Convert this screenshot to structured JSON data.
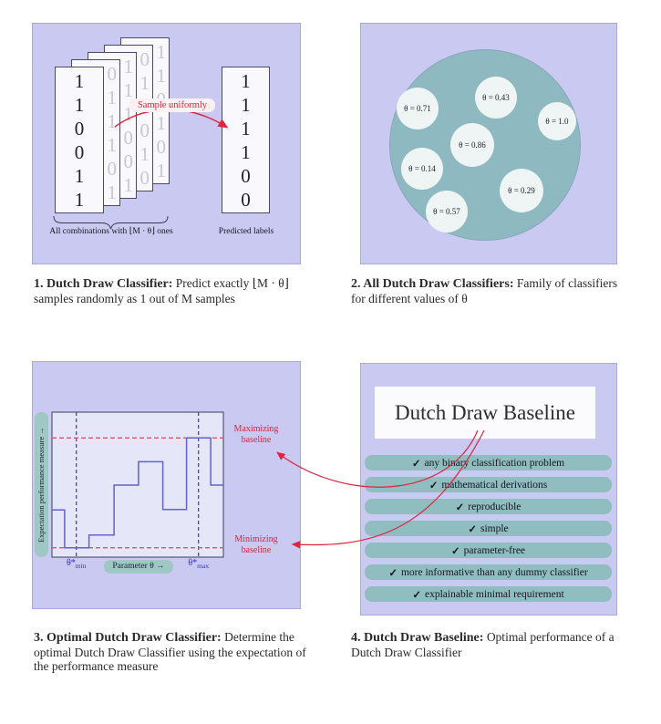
{
  "colors": {
    "panel_bg": "#c9c9f2",
    "teal": "#8fbdc0",
    "red_accent": "#de2440",
    "red_dashed": "#ee4a67",
    "step_blue": "#6161d0",
    "marker_blue": "#3838cf",
    "card_bg": "#f8f8fd",
    "plot_bg": "#e6e6f9"
  },
  "panel1": {
    "front_card_digits": [
      "1",
      "1",
      "0",
      "0",
      "1",
      "1"
    ],
    "back_cards": [
      [
        "0",
        "1",
        "1",
        "1",
        "0",
        "1"
      ],
      [
        "1",
        "1",
        "1",
        "0",
        "0",
        "1"
      ],
      [
        "0",
        "1",
        "1",
        "0",
        "1",
        "0"
      ],
      [
        "1",
        "1",
        "0",
        "1",
        "0",
        "1"
      ]
    ],
    "sample_label": "Sample uniformly",
    "stack_caption": "All combinations with ⌊M · θ⌋ ones",
    "predicted_digits": [
      "1",
      "1",
      "1",
      "1",
      "0",
      "0"
    ],
    "predicted_caption": "Predicted labels"
  },
  "panel2": {
    "classifiers": [
      "θ = 0.71",
      "θ = 0.43",
      "θ = 1.0",
      "θ = 0.86",
      "θ = 0.14",
      "θ = 0.29",
      "θ = 0.57"
    ]
  },
  "chart_data": {
    "type": "line",
    "subtype": "step",
    "title": "",
    "xlabel": "Parameter θ →",
    "ylabel": "Expectation performance measure →",
    "x_range": [
      0,
      1
    ],
    "y_range": [
      0,
      1
    ],
    "grid": false,
    "steps": [
      {
        "x0": 0.0,
        "x1": 0.074,
        "y": 0.325
      },
      {
        "x0": 0.074,
        "x1": 0.216,
        "y": 0.065
      },
      {
        "x0": 0.216,
        "x1": 0.362,
        "y": 0.153
      },
      {
        "x0": 0.362,
        "x1": 0.505,
        "y": 0.497
      },
      {
        "x0": 0.505,
        "x1": 0.647,
        "y": 0.658
      },
      {
        "x0": 0.647,
        "x1": 0.785,
        "y": 0.329
      },
      {
        "x0": 0.785,
        "x1": 0.926,
        "y": 0.822
      },
      {
        "x0": 0.926,
        "x1": 1.0,
        "y": 0.497
      }
    ],
    "x_markers": [
      {
        "base": "θ*",
        "sub": "min",
        "x": 0.142
      },
      {
        "base": "θ*",
        "sub": "max",
        "x": 0.855
      }
    ],
    "baselines": [
      {
        "label": "Maximizing baseline",
        "y": 0.822
      },
      {
        "label": "Minimizing baseline",
        "y": 0.065
      }
    ]
  },
  "panel4": {
    "title": "Dutch Draw Baseline",
    "check": "✓",
    "items": [
      "any binary classification problem",
      "mathematical derivations",
      "reproducible",
      "simple",
      "parameter-free",
      "more informative than any dummy classifier",
      "explainable minimal requirement"
    ]
  },
  "captions": {
    "c1": {
      "lead": "1. Dutch Draw Classifier:",
      "body": " Predict exactly ⌊M · θ⌋ samples randomly as 1 out of M samples"
    },
    "c2": {
      "lead": "2. All Dutch Draw Classifiers:",
      "body": " Family of classifiers for different values of θ"
    },
    "c3": {
      "lead": "3. Optimal Dutch Draw Classifier:",
      "body": " Determine the optimal Dutch Draw Classifier using the expectation of the performance measure"
    },
    "c4": {
      "lead": "4. Dutch Draw Baseline:",
      "body": " Optimal performance of a Dutch Draw Classifier"
    }
  }
}
